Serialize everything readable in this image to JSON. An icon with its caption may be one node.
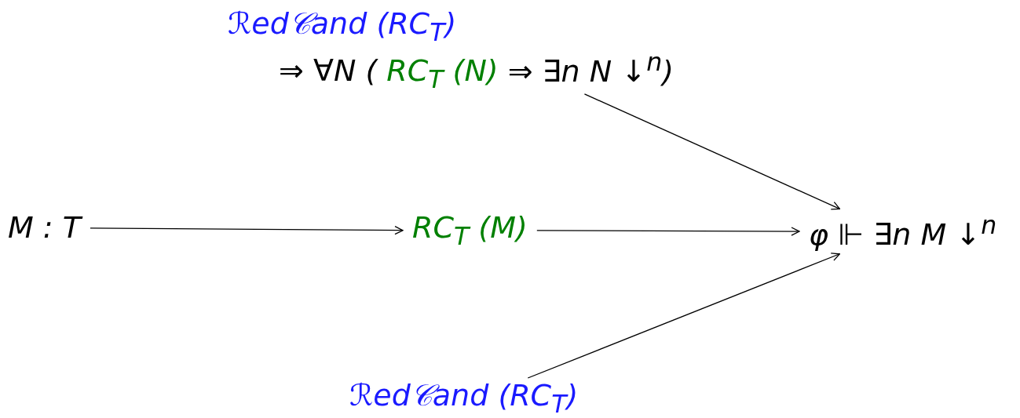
{
  "diagram": {
    "nodes": [
      {
        "text": [
          "ℛed𝒞and (RC$_{T}$)",
          "⇒ ∀N (",
          "RC$_{T}$ (N)",
          "⇒ ∃n N ↓$^{n}$)"
        ]
      },
      {
        "text": [
          "M : T"
        ]
      },
      {
        "text": [
          "RC$_{T}$ (M)"
        ]
      },
      {
        "text": [
          "φ ⊩ ∃n M ↓$^{n}$"
        ]
      },
      {
        "text": [
          "ℛed𝒞and (RC$_{T}$)"
        ]
      }
    ],
    "edges": [
      {
        "from": 1,
        "to": 2,
        "arrow": "to"
      },
      {
        "from": 2,
        "to": 3,
        "arrow": "to"
      },
      {
        "from": 0,
        "to": 3,
        "arrow": "to"
      },
      {
        "from": 4,
        "to": 3,
        "arrow": "to"
      }
    ]
  }
}
